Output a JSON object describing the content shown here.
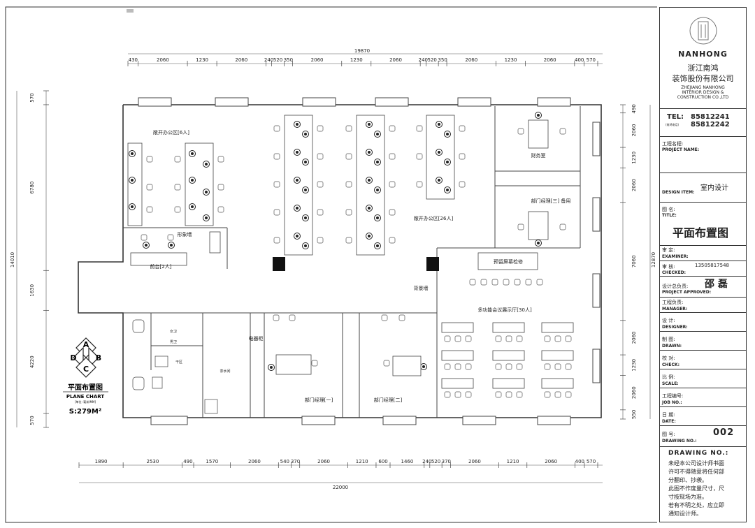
{
  "overall_dims": {
    "top_total": "19870",
    "bottom_total": "22000",
    "left_total": "14010",
    "right_total": "12870"
  },
  "top_dims": [
    "430",
    "2060",
    "1230",
    "2060",
    "240",
    "520",
    "350",
    "2060",
    "1230",
    "2060",
    "240",
    "520",
    "350",
    "2060",
    "1230",
    "2060",
    "400",
    "570"
  ],
  "bottom_dims": [
    "1890",
    "2530",
    "490",
    "1570",
    "2060",
    "540",
    "370",
    "2060",
    "1210",
    "600",
    "1460",
    "240",
    "520",
    "370",
    "2060",
    "1210",
    "2060",
    "400",
    "570"
  ],
  "left_dims": [
    "570",
    "6780",
    "1630",
    "4220",
    "570"
  ],
  "right_dims": [
    "490",
    "2060",
    "1230",
    "2060",
    "7060",
    "2060",
    "1230",
    "2060",
    "550"
  ],
  "rooms": {
    "open_office_6": "敞开办公区[6人]",
    "open_office_26": "敞开办公区[26人]",
    "finance": "财务室",
    "manager_3": "部门经理[三]  备用",
    "image_wall": "形象墙",
    "front_desk": "前台[2人]",
    "projection_room": "预留屏幕检修",
    "backdrop_wall": "背景墙",
    "conference": "多功能会议展示厅[30人]",
    "elec_cabinet": "电器柜",
    "manager_1": "部门经理[一]",
    "manager_2": "部门经理[二]",
    "toilet_f": "女卫",
    "toilet_m": "男卫",
    "dry_area": "干区",
    "tea_room": "茶水间"
  },
  "legend": {
    "letters": [
      "A",
      "D",
      "B",
      "C"
    ],
    "title": "平面布置图",
    "subtitle": "PLANE CHART",
    "unit_note": "[单位: 毫米/MM]",
    "area": "S:279M²"
  },
  "title_block": {
    "brand": "NANHONG",
    "company_cn_1": "浙江南鸿",
    "company_cn_2": "装饰股份有限公司",
    "company_en_1": "ZHEJIANG NANHONG",
    "company_en_2": "INTERIOR DESIGN &",
    "company_en_3": "CONSTRUCTION CO.,LTD",
    "tel_label": "TEL:",
    "tel_1": "85812241",
    "tel_note": "(南鸿电话)",
    "tel_2": "85812242",
    "project_name_cn": "工程名程:",
    "project_name_en": "PROJECT NAME:",
    "design_item_value": "室内设计",
    "design_item_en": "DESIGN ITEM:",
    "title_cn": "图 名:",
    "title_en": "TITLE:",
    "title_value": "平面布置图",
    "examiner_cn": "审    定:",
    "examiner_en": "EXAMINER:",
    "checked_cn": "审    核:",
    "checked_en": "CHECKED:",
    "phone": "13505817548",
    "approved_cn": "设计总负责:",
    "approved_en": "PROJECT APPROVED:",
    "approved_value": "邵 磊",
    "manager_cn": "工程负责:",
    "manager_en": "MANAGER:",
    "designer_cn": "设    计:",
    "designer_en": "DESIGNER:",
    "drawn_cn": "制    图:",
    "drawn_en": "DRAWN:",
    "check_cn": "校    对:",
    "check_en": "CHECK:",
    "scale_cn": "比    例:",
    "scale_en": "SCALE:",
    "job_cn": "工程编号:",
    "job_en": "JOB NO.:",
    "date_cn": "日    期:",
    "date_en": "DATE:",
    "drawing_no_cn": "图    号:",
    "drawing_no_en": "DRAWING NO.:",
    "drawing_no_value": "002",
    "notes_heading": "DRAWING NO.:",
    "notes": [
      "未经本公司设计师书面",
      "许可不得随意将任何部",
      "分翻印、抄袭。",
      "此图不作度量尺寸，尺",
      "寸按现场为准。",
      "若有不明之处，应立即",
      "通知设计师。"
    ]
  }
}
